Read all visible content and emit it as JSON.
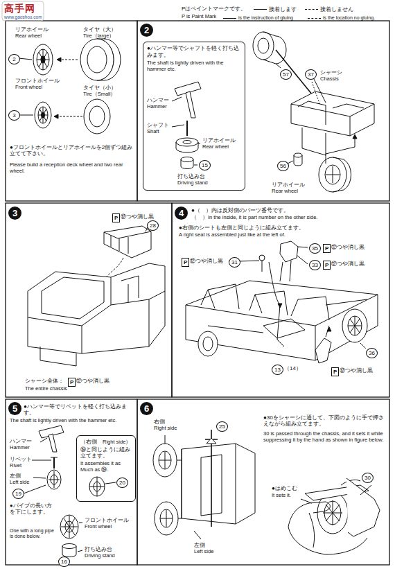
{
  "diagram": {
    "nodes": [
      {
        "text": [
          "2"
        ]
      },
      {
        "text": [
          "●ハンマー等でシャフトを軽く打ち込みます。",
          "The shaft is lightly driven with the hammer etc."
        ]
      },
      {
        "text": [
          "3"
        ]
      },
      {
        "text": [
          "4"
        ]
      },
      {
        "text": [
          "5"
        ]
      },
      {
        "text": [
          "（右側　Right side）",
          "⑲と同じように組み立てます。",
          "It assembles it as Much as ⑲."
        ]
      },
      {
        "text": [
          "6"
        ]
      }
    ],
    "labels": [
      "高手网",
      "www.gaoshou.com",
      "Pはペイントマークです。",
      "P is Paint Mark",
      "リアホイール",
      "Rear wheel",
      "タイヤ（大）",
      "Tire（large）",
      "2",
      "フロントホイール",
      "Front wheel",
      "タイヤ（小）",
      "Tire（Small）",
      "3",
      "●フロントホイールとリアホイールを2個ずつ組み立てて下さい。",
      "Please build a reception deck wheel and two rear wheel.",
      "ハンマー",
      "Hammer",
      "シャフト",
      "Shaft",
      "リアホイール",
      "Rear wheel",
      "15",
      "打ち込み台",
      "Driving stand",
      "57",
      "37",
      "シャーシ",
      "Chassis",
      "56",
      "リアホイール",
      "Rear wheel",
      "P",
      "⑫つや消し黒",
      "28",
      "シャーシ全体：",
      "P",
      "⑫つや消し黒",
      "The entire chassis",
      "●（　）内は反対側のパーツ番号です。",
      "（　）In the inside, it is part number on the other side.",
      "●右側のシートも左側と同じように組み立てます。",
      "A right seat is assembled just like at the left of.",
      "35",
      "P",
      "⑫つや消し黒",
      "P",
      "⑫つや消し黒",
      "31",
      "33",
      "P",
      "⑫つや消し黒",
      "13",
      "（14）",
      "36",
      "P",
      "⑫つや消し黒",
      "●ハンマー等でリベットを軽く打ち込みます。",
      "The shaft is lightly driven with the hammer etc.",
      "ハンマー",
      "Hammer",
      "リベット",
      "Rivet",
      "左側",
      "Left side",
      "19",
      "●パイプの長い方を下にします。",
      "One with a long pipe is done below.",
      "フロントホイール",
      "Front wheel",
      "16",
      "打ち込み台",
      "Driving stand",
      "20",
      "右側",
      "Right side",
      "25",
      "左側",
      "Left side",
      "●30をシャーシに通して、下図のように手で押さえながら組み立てます。",
      "30 is passed through the chassis, and it sets it while suppressing it by the hand as shown in figure below.",
      "30",
      "●はめこむ",
      "It sets it."
    ],
    "legend": [
      {
        "text": "接着します"
      },
      {
        "text": "接着しません"
      },
      {
        "text": "is the instruction of gluing"
      },
      {
        "text": "is the location no gluing."
      }
    ]
  }
}
